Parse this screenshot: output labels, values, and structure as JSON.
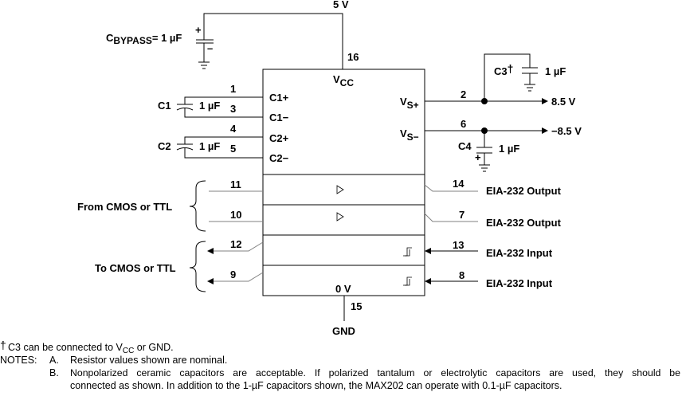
{
  "supply": {
    "vcc_voltage": "5 V",
    "bypass_label_main": "C",
    "bypass_label_sub": "BYPASS",
    "bypass_value": "= 1 µF",
    "plus_sign": "+",
    "minus_sign": "–"
  },
  "chip": {
    "vcc_main": "V",
    "vcc_sub": "CC",
    "gnd_label": "0 V",
    "pins": {
      "vcc": "16",
      "c1p": "1",
      "c1m": "3",
      "c2p": "4",
      "c2m": "5",
      "vsp": "2",
      "vsm": "6",
      "t1in": "11",
      "t2in": "10",
      "r1out": "12",
      "r2out": "9",
      "t1out": "14",
      "t2out": "7",
      "r1in": "13",
      "r2in": "8",
      "gnd": "15"
    },
    "pin_labels": {
      "c1p": "C1+",
      "c1m": "C1−",
      "c2p": "C2+",
      "c2m": "C2−",
      "vsp_main": "V",
      "vsp_sub": "S+",
      "vsm_main": "V",
      "vsm_sub": "S−"
    }
  },
  "capacitors": {
    "c1_name": "C1",
    "c1_value": "1 µF",
    "c2_name": "C2",
    "c2_value": "1 µF",
    "c3_name": "C3",
    "c3_mark": "†",
    "c3_value": "1 µF",
    "c4_name": "C4",
    "c4_value": "1 µF"
  },
  "outputs": {
    "vsp_voltage": "8.5 V",
    "vsm_voltage": "−8.5 V"
  },
  "io": {
    "from_label": "From CMOS or TTL",
    "to_label": "To CMOS or TTL",
    "eia_out1": "EIA-232 Output",
    "eia_out2": "EIA-232 Output",
    "eia_in1": "EIA-232 Input",
    "eia_in2": "EIA-232 Input"
  },
  "gnd": "GND",
  "notes": {
    "dagger": "†",
    "c3_note_pre": "C3 can be connected to V",
    "c3_note_sub": "CC",
    "c3_note_post": " or GND.",
    "notes_label": "NOTES:",
    "a_letter": "A.",
    "a_text": "Resistor values shown are nominal.",
    "b_letter": "B.",
    "b_line1": "Nonpolarized ceramic capacitors are acceptable. If polarized tantalum or electrolytic capacitors are used, they should be",
    "b_line2": "connected as shown. In addition to the 1-µF capacitors shown, the MAX202 can operate with 0.1-µF capacitors."
  }
}
